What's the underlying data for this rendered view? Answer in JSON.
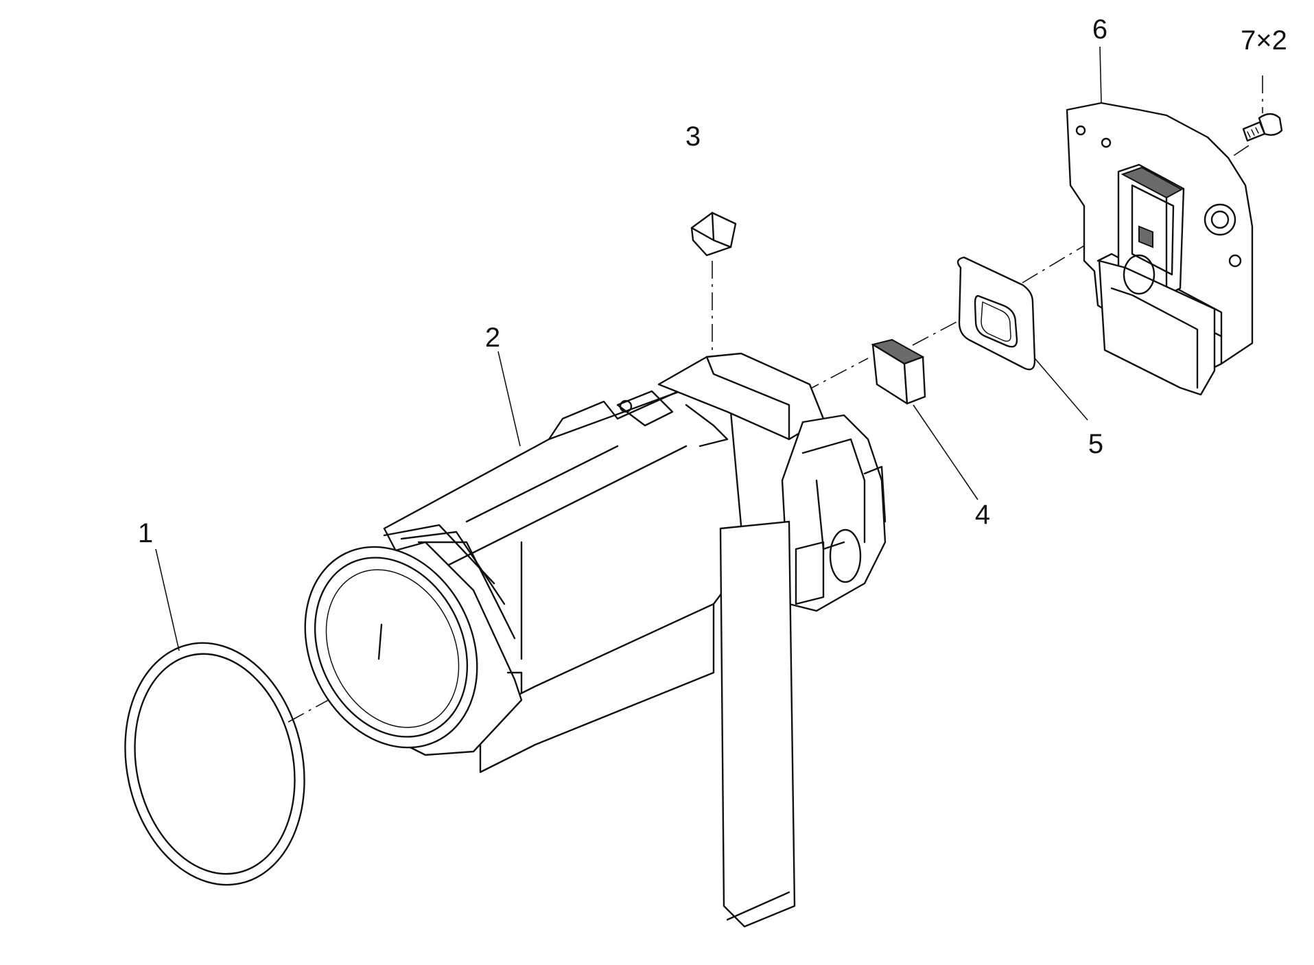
{
  "callouts": [
    {
      "id": "1",
      "text": "1"
    },
    {
      "id": "2",
      "text": "2"
    },
    {
      "id": "3",
      "text": "3"
    },
    {
      "id": "4",
      "text": "4"
    },
    {
      "id": "5",
      "text": "5"
    },
    {
      "id": "6",
      "text": "6"
    },
    {
      "id": "7",
      "text": "7×2"
    }
  ],
  "colors": {
    "line": "#111111",
    "background": "#ffffff",
    "shade": "#6a6a6a"
  }
}
